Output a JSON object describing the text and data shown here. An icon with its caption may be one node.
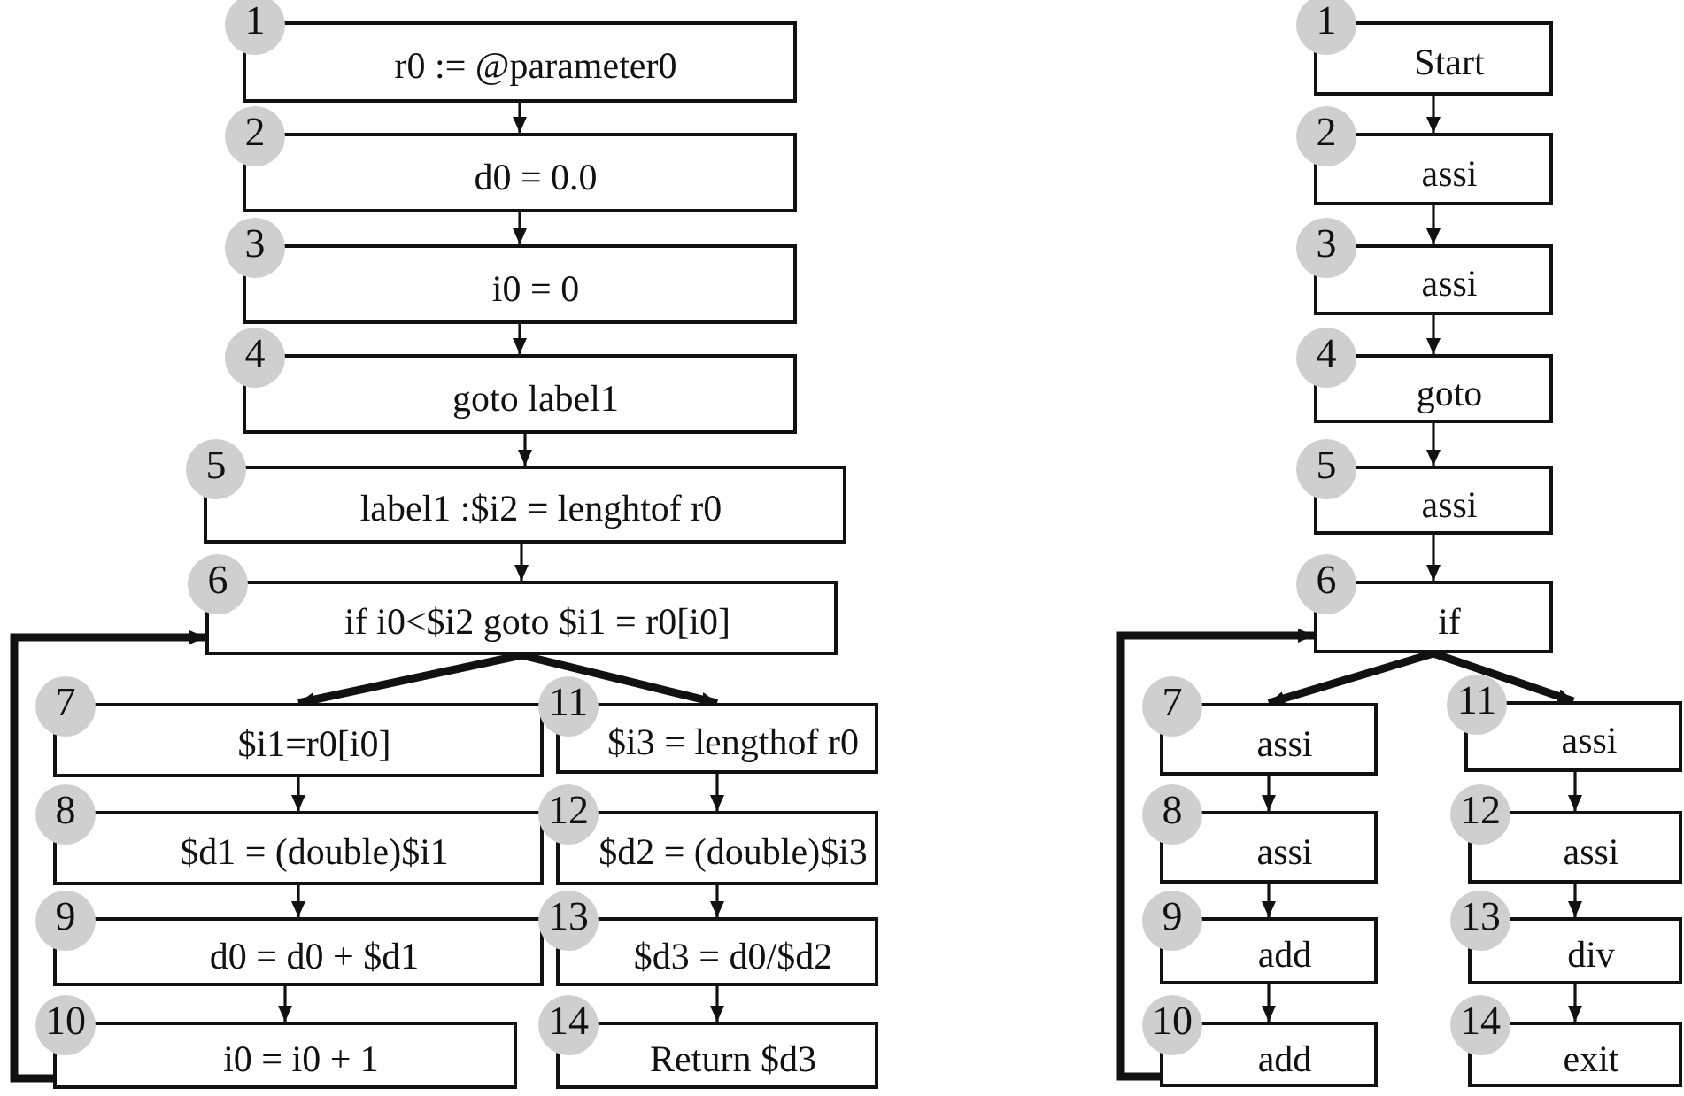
{
  "diagram": {
    "nodes": [
      {
        "text": [
          "1",
          "r0 := @parameter0"
        ]
      },
      {
        "text": [
          "2",
          "d0 = 0.0"
        ]
      },
      {
        "text": [
          "3",
          "i0 = 0"
        ]
      },
      {
        "text": [
          "4",
          "goto label1"
        ]
      },
      {
        "text": [
          "5",
          "label1 :$i2 = lenghtof r0"
        ]
      },
      {
        "text": [
          "6",
          "if i0<$i2 goto $i1 = r0[i0]"
        ]
      },
      {
        "text": [
          "7",
          "$i1=r0[i0]"
        ]
      },
      {
        "text": [
          "8",
          "$d1 = (double)$i1"
        ]
      },
      {
        "text": [
          "9",
          "d0 = d0 + $d1"
        ]
      },
      {
        "text": [
          "10",
          "i0 = i0 + 1"
        ]
      },
      {
        "text": [
          "11",
          "$i3 = lengthof r0"
        ]
      },
      {
        "text": [
          "12",
          "$d2 = (double)$i3"
        ]
      },
      {
        "text": [
          "13",
          "$d3 = d0/$d2"
        ]
      },
      {
        "text": [
          "14",
          "Return $d3"
        ]
      },
      {
        "text": [
          "1",
          "Start"
        ]
      },
      {
        "text": [
          "2",
          "assi"
        ]
      },
      {
        "text": [
          "3",
          "assi"
        ]
      },
      {
        "text": [
          "4",
          "goto"
        ]
      },
      {
        "text": [
          "5",
          "assi"
        ]
      },
      {
        "text": [
          "6",
          "if"
        ]
      },
      {
        "text": [
          "7",
          "assi"
        ]
      },
      {
        "text": [
          "8",
          "assi"
        ]
      },
      {
        "text": [
          "9",
          "add"
        ]
      },
      {
        "text": [
          "10",
          "add"
        ]
      },
      {
        "text": [
          "11",
          "assi"
        ]
      },
      {
        "text": [
          "12",
          "assi"
        ]
      },
      {
        "text": [
          "13",
          "div"
        ]
      },
      {
        "text": [
          "14",
          "exit"
        ]
      }
    ],
    "edges": [
      {
        "from": 0,
        "to": 1,
        "arrow": "to"
      },
      {
        "from": 1,
        "to": 2,
        "arrow": "to"
      },
      {
        "from": 2,
        "to": 3,
        "arrow": "to"
      },
      {
        "from": 3,
        "to": 4,
        "arrow": "to"
      },
      {
        "from": 4,
        "to": 5,
        "arrow": "to"
      },
      {
        "from": 5,
        "to": 6,
        "arrow": "to",
        "style": "thick"
      },
      {
        "from": 5,
        "to": 10,
        "arrow": "to",
        "style": "thick"
      },
      {
        "from": 6,
        "to": 7,
        "arrow": "to"
      },
      {
        "from": 7,
        "to": 8,
        "arrow": "to"
      },
      {
        "from": 8,
        "to": 9,
        "arrow": "to"
      },
      {
        "from": 9,
        "to": 5,
        "arrow": "to",
        "style": "thick"
      },
      {
        "from": 10,
        "to": 11,
        "arrow": "to"
      },
      {
        "from": 11,
        "to": 12,
        "arrow": "to"
      },
      {
        "from": 12,
        "to": 13,
        "arrow": "to"
      },
      {
        "from": 14,
        "to": 15,
        "arrow": "to"
      },
      {
        "from": 15,
        "to": 16,
        "arrow": "to"
      },
      {
        "from": 16,
        "to": 17,
        "arrow": "to"
      },
      {
        "from": 17,
        "to": 18,
        "arrow": "to"
      },
      {
        "from": 18,
        "to": 19,
        "arrow": "to"
      },
      {
        "from": 19,
        "to": 20,
        "arrow": "to",
        "style": "thick"
      },
      {
        "from": 19,
        "to": 24,
        "arrow": "to",
        "style": "thick"
      },
      {
        "from": 20,
        "to": 21,
        "arrow": "to"
      },
      {
        "from": 21,
        "to": 22,
        "arrow": "to"
      },
      {
        "from": 22,
        "to": 23,
        "arrow": "to"
      },
      {
        "from": 23,
        "to": 19,
        "arrow": "to",
        "style": "thick"
      },
      {
        "from": 24,
        "to": 25,
        "arrow": "to"
      },
      {
        "from": 25,
        "to": 26,
        "arrow": "to"
      },
      {
        "from": 26,
        "to": 27,
        "arrow": "to"
      }
    ]
  }
}
